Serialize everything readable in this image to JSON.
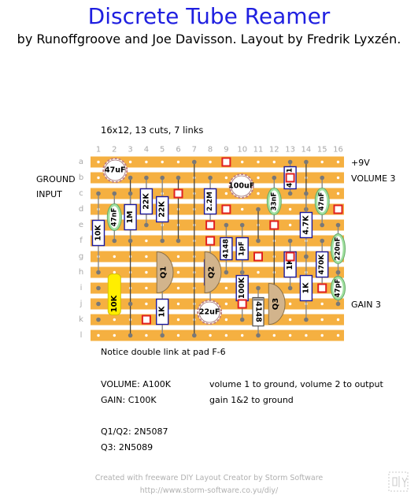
{
  "header": {
    "title": "Discrete Tube Reamer",
    "subtitle": "by Runoffgroove and Joe Davisson. Layout by Fredrik Lyxzén."
  },
  "board": {
    "stats": "16x12, 13 cuts, 7 links",
    "columns": [
      "1",
      "2",
      "3",
      "4",
      "5",
      "6",
      "7",
      "8",
      "9",
      "10",
      "11",
      "12",
      "13",
      "14",
      "15",
      "16"
    ],
    "rows": [
      "a",
      "b",
      "c",
      "d",
      "e",
      "f",
      "g",
      "h",
      "i",
      "j",
      "k",
      "l"
    ]
  },
  "side_labels": {
    "ground": "GROUND",
    "input": "INPUT",
    "plus9v": "+9V",
    "volume3": "VOLUME 3",
    "gain3": "GAIN 3"
  },
  "components": {
    "c47uF": "47uF",
    "c47nF_a": "47nF",
    "r10K_a": "10K",
    "r1M": "1M",
    "r22K_a": "22K",
    "r22K_b": "22K",
    "r2M2": "2.2M",
    "c100uF": "100uF",
    "c33nF": "33nF",
    "d4001": "4001",
    "c47nF_b": "47nF",
    "d4148_a": "4148",
    "c1pF": "1pF",
    "r4K7": "4.7K",
    "c220nF": "220nF",
    "r1K_a": "1K",
    "r470K": "470K",
    "r10K_b": "10K",
    "q1": "Q1",
    "q2": "Q2",
    "r100K": "100K",
    "r1K_b": "1K",
    "c47pF": "47pF",
    "trim10K": "10K",
    "r1K_c": "1K",
    "c22uF": "22uF",
    "q3": "Q3",
    "d4148_b": "4148"
  },
  "notes": {
    "double_link": "Notice double link at pad F-6",
    "volume_label": "VOLUME: A100K",
    "volume_desc": "volume 1 to ground, volume 2 to output",
    "gain_label": "GAIN: C100K",
    "gain_desc": "gain 1&2 to ground",
    "q12": "Q1/Q2: 2N5087",
    "q3": "Q3: 2N5089"
  },
  "footer": {
    "credit": "Created with freeware DIY Layout Creator by Storm Software",
    "url": "http://www.storm-software.co.yu/diy/"
  },
  "colors": {
    "title": "#1f1fe0",
    "strip": "#f5b041",
    "cut": "#e02020",
    "resistor_border": "#1a1aa0",
    "film_cap": "#a0e0a0",
    "electrolytic": "#c08080",
    "transistor": "#d2b48c",
    "trimmer": "#ffee00"
  }
}
